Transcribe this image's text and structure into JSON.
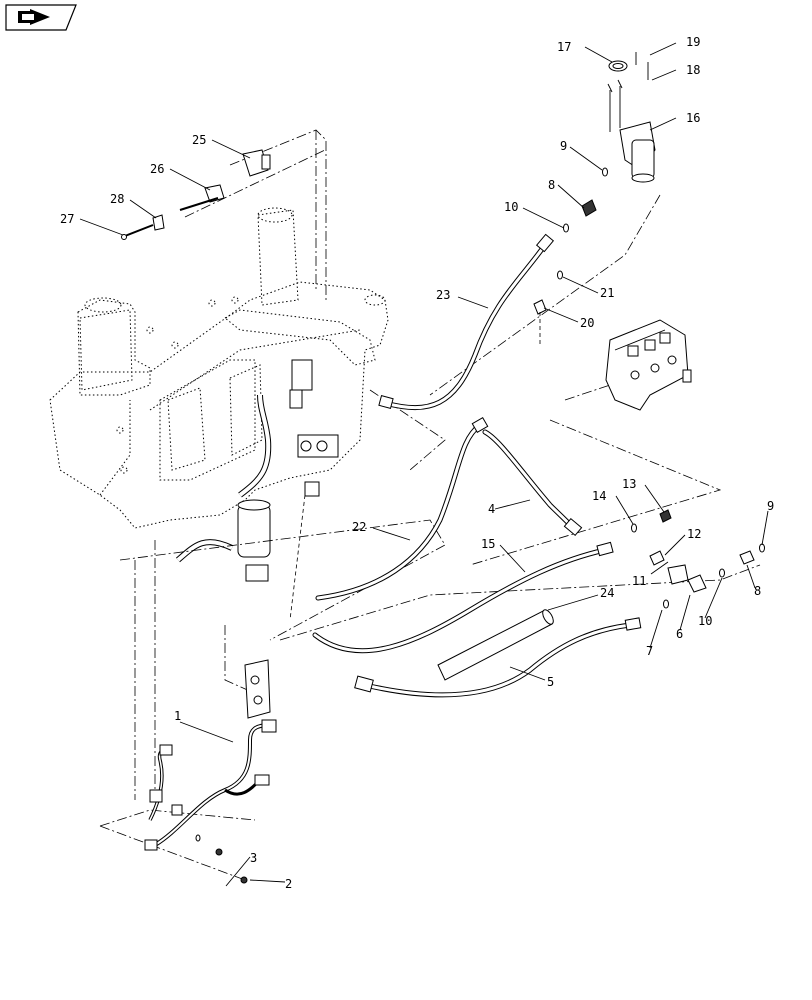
{
  "nav": {
    "icon": "page-forward-icon"
  },
  "callouts": [
    {
      "id": "c1",
      "label": "1"
    },
    {
      "id": "c2",
      "label": "2"
    },
    {
      "id": "c3",
      "label": "3"
    },
    {
      "id": "c4",
      "label": "4"
    },
    {
      "id": "c5",
      "label": "5"
    },
    {
      "id": "c6",
      "label": "6"
    },
    {
      "id": "c7",
      "label": "7"
    },
    {
      "id": "c8a",
      "label": "8"
    },
    {
      "id": "c8b",
      "label": "8"
    },
    {
      "id": "c9a",
      "label": "9"
    },
    {
      "id": "c9b",
      "label": "9"
    },
    {
      "id": "c10a",
      "label": "10"
    },
    {
      "id": "c10b",
      "label": "10"
    },
    {
      "id": "c11",
      "label": "11"
    },
    {
      "id": "c12",
      "label": "12"
    },
    {
      "id": "c13",
      "label": "13"
    },
    {
      "id": "c14",
      "label": "14"
    },
    {
      "id": "c15",
      "label": "15"
    },
    {
      "id": "c16",
      "label": "16"
    },
    {
      "id": "c17",
      "label": "17"
    },
    {
      "id": "c18",
      "label": "18"
    },
    {
      "id": "c19",
      "label": "19"
    },
    {
      "id": "c20",
      "label": "20"
    },
    {
      "id": "c21",
      "label": "21"
    },
    {
      "id": "c22",
      "label": "22"
    },
    {
      "id": "c23",
      "label": "23"
    },
    {
      "id": "c24",
      "label": "24"
    },
    {
      "id": "c25",
      "label": "25"
    },
    {
      "id": "c26",
      "label": "26"
    },
    {
      "id": "c27",
      "label": "27"
    },
    {
      "id": "c28",
      "label": "28"
    }
  ]
}
